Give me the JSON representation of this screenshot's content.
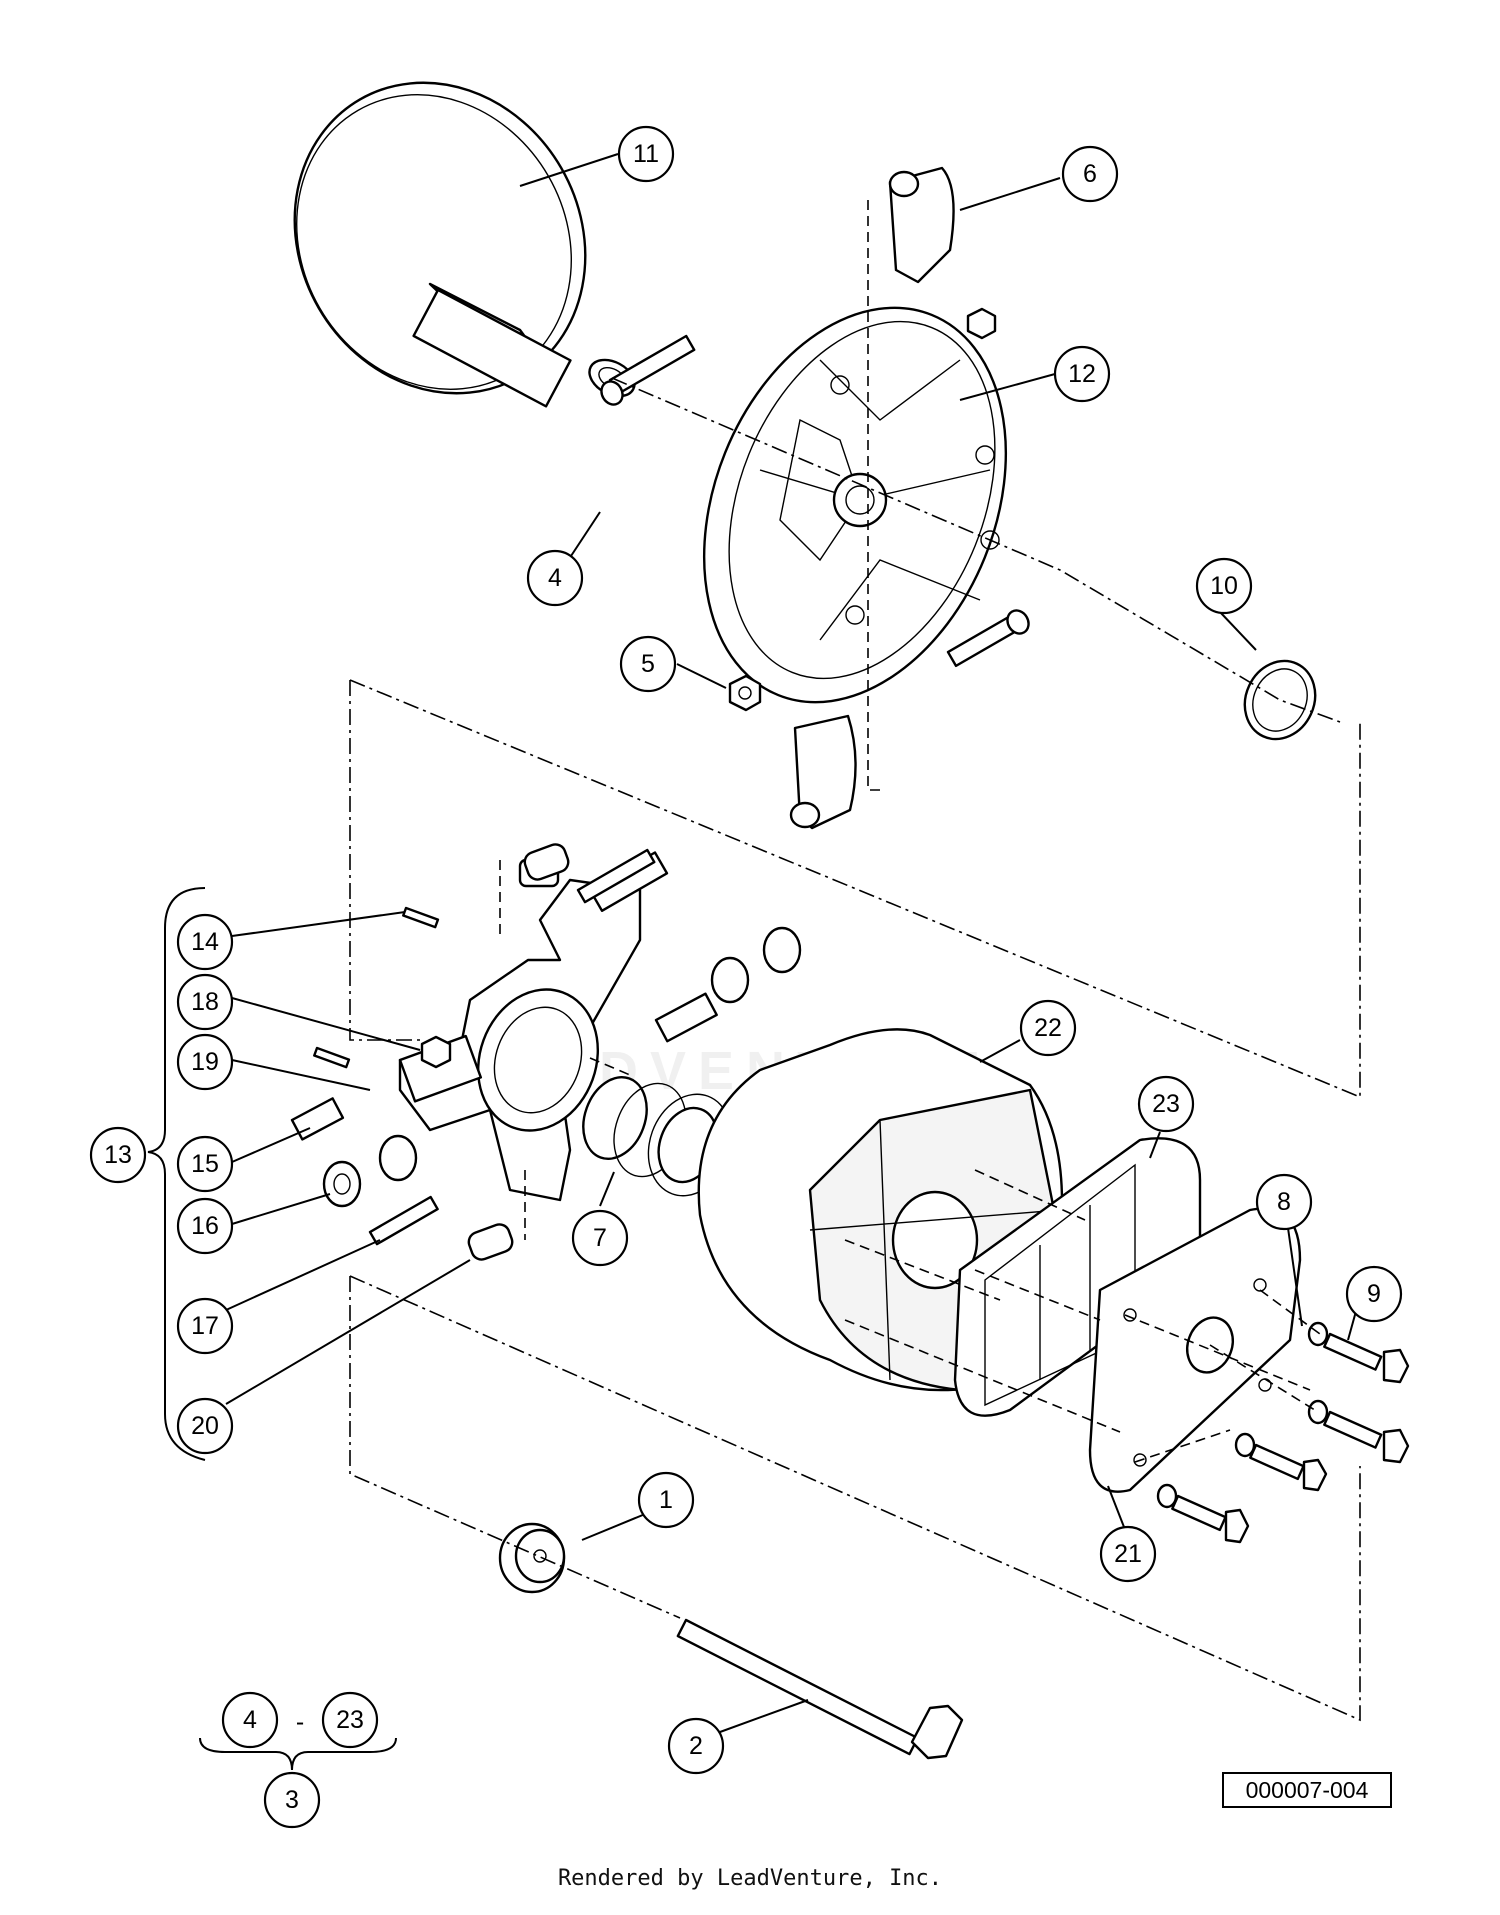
{
  "diagram": {
    "callouts": {
      "c1": "1",
      "c2": "2",
      "c3": "3",
      "c4": "4",
      "c4b": "4",
      "c5": "5",
      "c6": "6",
      "c7": "7",
      "c8": "8",
      "c9": "9",
      "c10": "10",
      "c11": "11",
      "c12": "12",
      "c13": "13",
      "c14": "14",
      "c15": "15",
      "c16": "16",
      "c17": "17",
      "c18": "18",
      "c19": "19",
      "c20": "20",
      "c21": "21",
      "c22": "22",
      "c23": "23",
      "c23b": "23"
    },
    "range_separator": "-",
    "reference_number": "000007-004",
    "watermark": "ADVENTURE"
  },
  "footer": {
    "credit": "Rendered by LeadVenture, Inc."
  }
}
